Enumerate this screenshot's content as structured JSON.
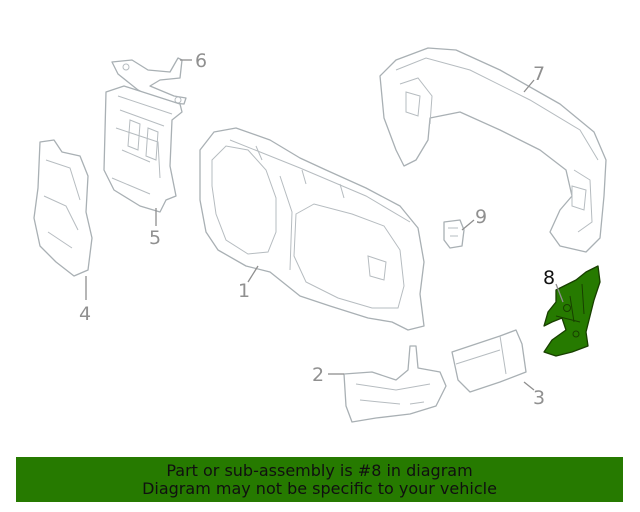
{
  "callouts": [
    "1",
    "2",
    "3",
    "4",
    "5",
    "6",
    "7",
    "8",
    "9"
  ],
  "highlight": {
    "part_number": "8",
    "color": "#267a00"
  },
  "banner": {
    "line1": "Part or sub-assembly is #8 in diagram",
    "line2": "Diagram may not be specific to your vehicle",
    "background": "#267a00"
  }
}
